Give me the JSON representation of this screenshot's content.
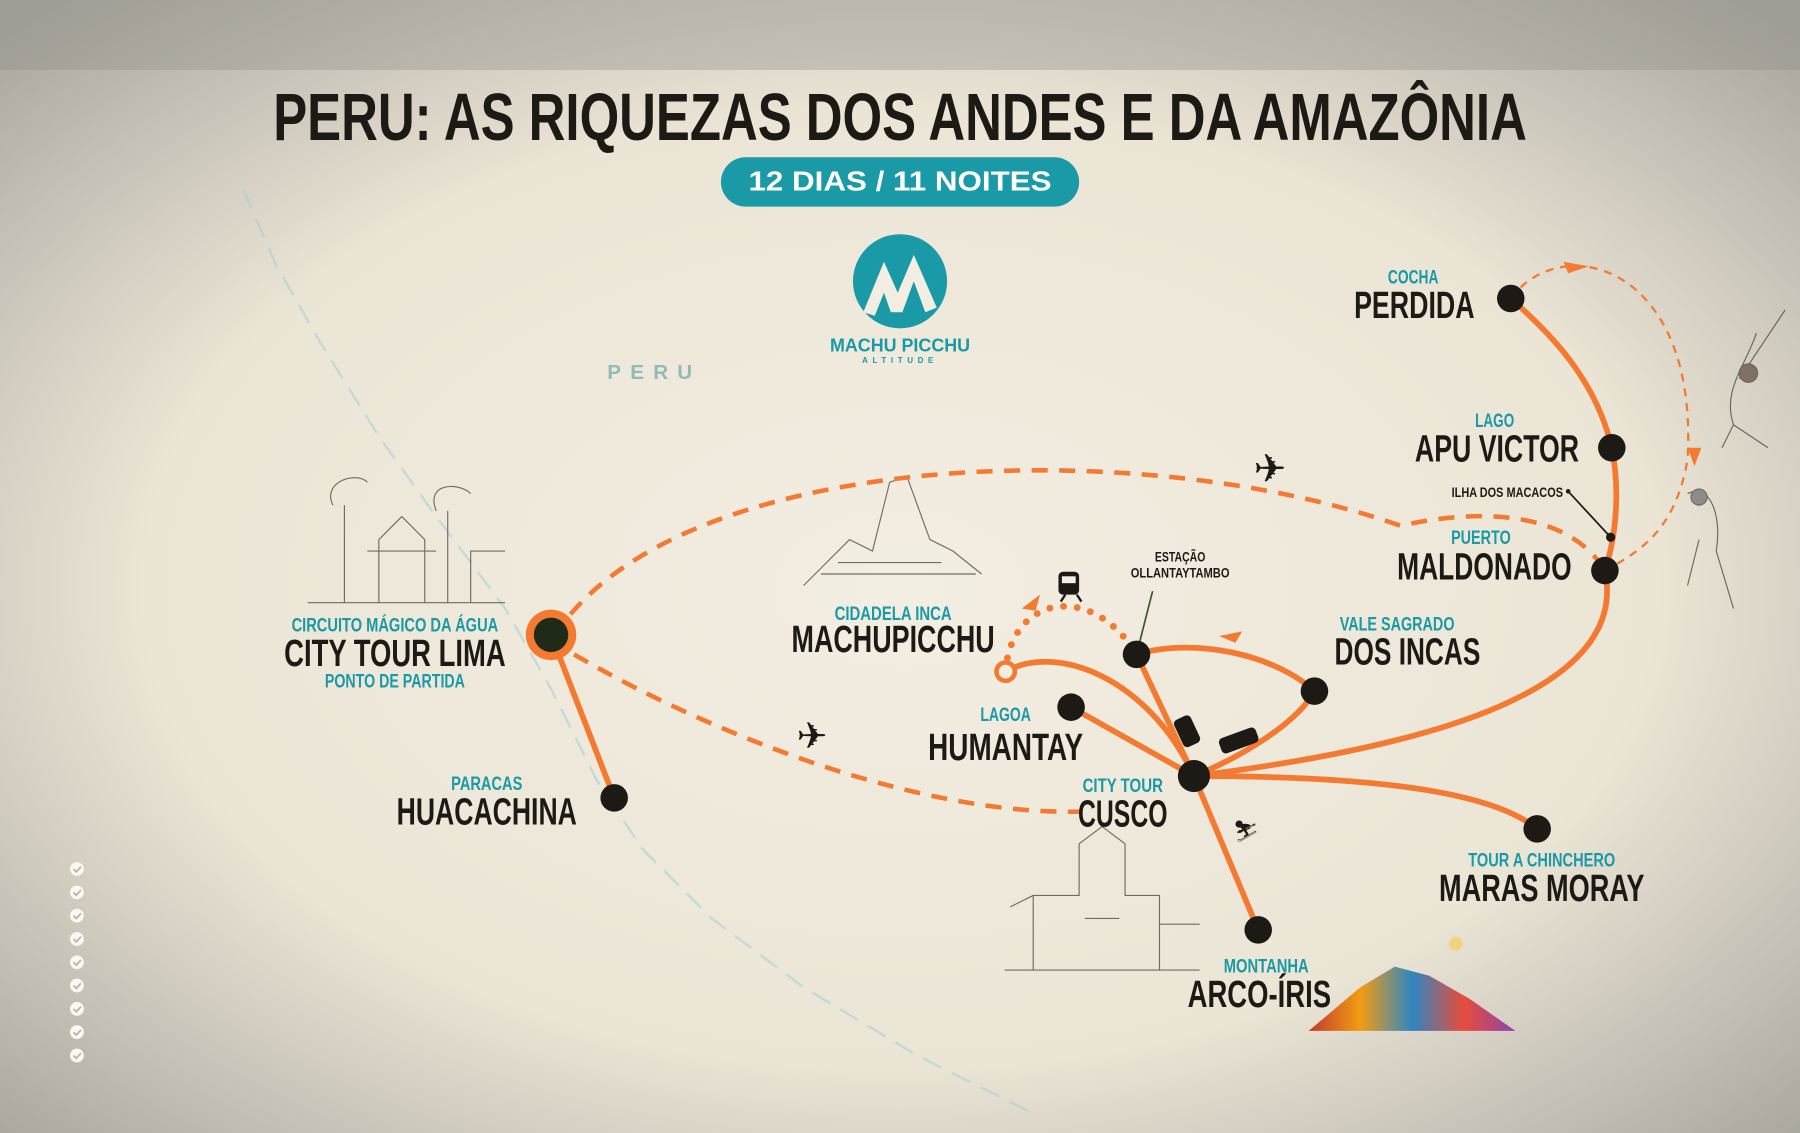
{
  "title": "PERU: AS RIQUEZAS DOS ANDES E DA AMAZÔNIA",
  "duration": "12 DIAS / 11 NOITES",
  "logo": {
    "name": "MACHU PICCHU",
    "tagline": "ALTITUDE",
    "color": "#1a9aa6"
  },
  "country_label": "PERU",
  "colors": {
    "route": "#f47a32",
    "accent": "#1a9aa6",
    "node": "#1d1a16",
    "background": "#ece6d8"
  },
  "checklist_count": 9,
  "destinations": [
    {
      "id": "lima",
      "subtitle": "CIRCUITO MÁGICO DA ÁGUA",
      "name": "CITY TOUR LIMA",
      "note": "PONTO DE PARTIDA"
    },
    {
      "id": "huacachina",
      "subtitle": "PARACAS",
      "name": "HUACACHINA"
    },
    {
      "id": "machupicchu",
      "subtitle": "CIDADELA INCA",
      "name": "MACHUPICCHU"
    },
    {
      "id": "humantay",
      "subtitle": "LAGOA",
      "name": "HUMANTAY"
    },
    {
      "id": "cusco",
      "subtitle": "CITY TOUR",
      "name": "CUSCO"
    },
    {
      "id": "dosincas",
      "subtitle": "VALE SAGRADO",
      "name": "DOS INCAS"
    },
    {
      "id": "maras",
      "subtitle": "TOUR A CHINCHERO",
      "name": "MARAS MORAY"
    },
    {
      "id": "arcoiris",
      "subtitle": "MONTANHA",
      "name": "ARCO-ÍRIS"
    },
    {
      "id": "maldonado",
      "subtitle": "PUERTO",
      "name": "MALDONADO"
    },
    {
      "id": "apuvictor",
      "subtitle": "LAGO",
      "name": "APU VICTOR"
    },
    {
      "id": "perdida",
      "subtitle": "COCHA",
      "name": "PERDIDA"
    }
  ],
  "minor_labels": {
    "ilha": "ILHA DOS MACACOS",
    "estacao_1": "ESTAÇÃO",
    "estacao_2": "OLLANTAYTAMBO"
  },
  "icons": [
    "airplane-icon",
    "airplane-icon",
    "train-icon",
    "car-icon",
    "car-icon",
    "skier-icon",
    "check-icon"
  ]
}
